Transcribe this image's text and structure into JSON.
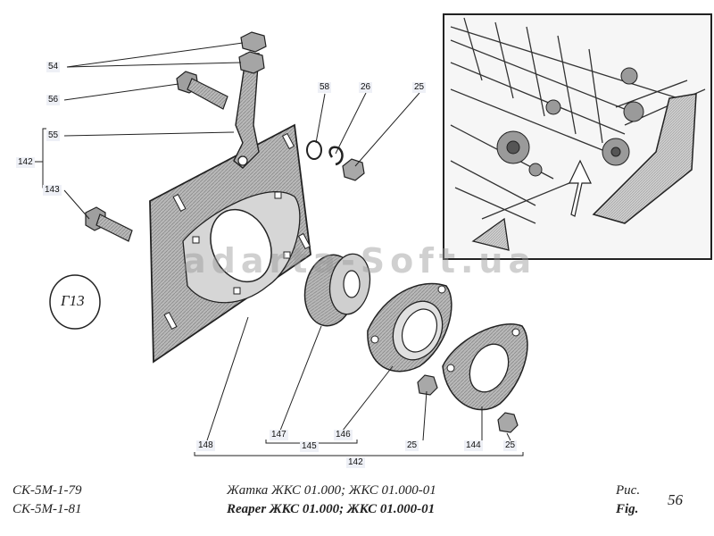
{
  "drawing": {
    "callouts": [
      "54",
      "56",
      "55",
      "142",
      "143",
      "58",
      "26",
      "25",
      "148",
      "147",
      "145",
      "146",
      "25",
      "144",
      "25",
      "142"
    ],
    "view_label": "Г13",
    "watermark": "adarta-Soft.ua"
  },
  "footer": {
    "code_1": "СК-5М-1-79",
    "code_2": "СК-5М-1-81",
    "title_ru": "Жатка ЖКС 01.000; ЖКС 01.000-01",
    "title_en": "Reaper ЖКС 01.000; ЖКС 01.000-01",
    "fig_ru": "Рис.",
    "fig_en": "Fig.",
    "fig_number": "56"
  }
}
